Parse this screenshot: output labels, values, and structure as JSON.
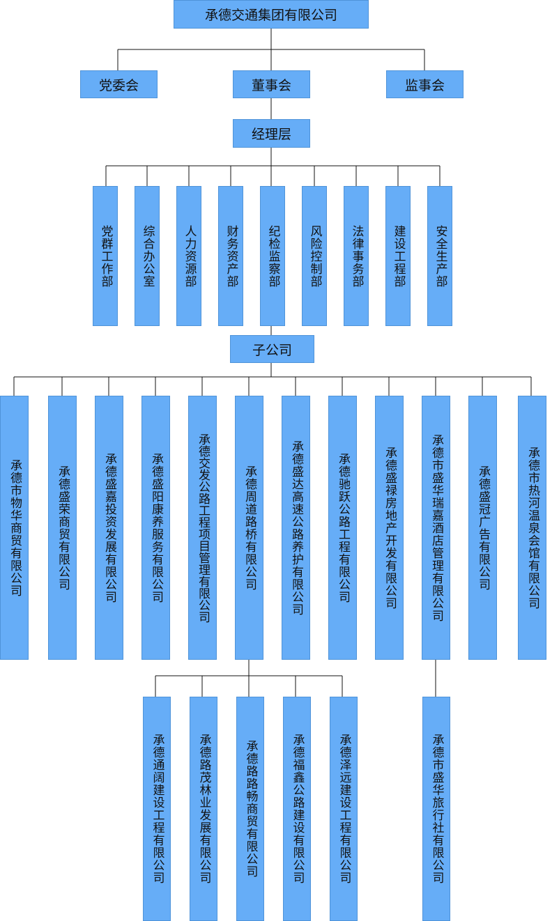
{
  "diagram": {
    "root": "承德交通集团有限公司",
    "governance": {
      "party": "党委会",
      "board": "董事会",
      "supervisory": "监事会"
    },
    "management": "经理层",
    "departments": [
      "党群工作部",
      "综合办公室",
      "人力资源部",
      "财务资产部",
      "纪检监察部",
      "风险控制部",
      "法律事务部",
      "建设工程部",
      "安全生产部"
    ],
    "subsidiaries_label": "子公司",
    "subsidiaries": [
      "承德市物华商贸有限公司",
      "承德盛荣商贸有限公司",
      "承德盛嘉投资发展有限公司",
      "承德盛阳康养服务有限公司",
      "承德交发公路工程项目管理有限公司",
      "承德周道路桥有限公司",
      "承德盛达高速公路养护有限公司",
      "承德驰跃公路工程有限公司",
      "承德盛禄房地产开发有限公司",
      "承德市盛华瑞嘉酒店管理有限公司",
      "承德盛冠广告有限公司",
      "承德市热河温泉会馆有限公司"
    ],
    "zhoudao_children": [
      "承德通阔建设工程有限公司",
      "承德路茂林业发展有限公司",
      "承德路路畅商贸有限公司",
      "承德福鑫公路建设有限公司",
      "承德泽远建设工程有限公司"
    ],
    "shenghua_child": "承德市盛华旅行社有限公司",
    "colors": {
      "box_fill": "#66adf7",
      "box_border": "#4f93d8",
      "connector": "#111111"
    }
  }
}
